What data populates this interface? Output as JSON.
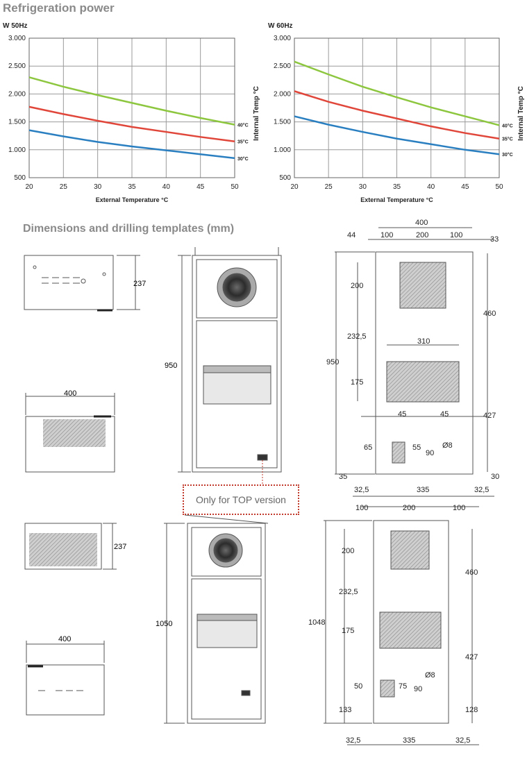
{
  "headings": {
    "refrigeration": "Refrigeration power",
    "dimensions": "Dimensions and drilling templates (mm)"
  },
  "note": "Only for TOP version",
  "chart_data": [
    {
      "type": "line",
      "title": "W  50Hz",
      "xlabel": "External Temperature °C",
      "ylabel": "Internal Temp °C",
      "x": [
        20,
        25,
        30,
        35,
        40,
        45,
        50
      ],
      "xticks": [
        "20",
        "25",
        "30",
        "35",
        "40",
        "45",
        "50"
      ],
      "yticks": [
        {
          "v": 500,
          "t": "500"
        },
        {
          "v": 1000,
          "t": "1.000"
        },
        {
          "v": 1500,
          "t": "1.500"
        },
        {
          "v": 2000,
          "t": "2.000"
        },
        {
          "v": 2500,
          "t": "2.500"
        },
        {
          "v": 3000,
          "t": "3.000"
        }
      ],
      "ylim": [
        500,
        3000
      ],
      "grid": true,
      "series": [
        {
          "name": "40°C",
          "color": "#8dc63f",
          "values": [
            2300,
            2130,
            1980,
            1840,
            1700,
            1570,
            1450
          ]
        },
        {
          "name": "35°C",
          "color": "#e0463a",
          "values": [
            1770,
            1640,
            1520,
            1410,
            1320,
            1230,
            1150
          ]
        },
        {
          "name": "30°C",
          "color": "#2a7fc1",
          "values": [
            1350,
            1240,
            1140,
            1060,
            990,
            920,
            850
          ]
        }
      ]
    },
    {
      "type": "line",
      "title": "W  60Hz",
      "xlabel": "External Temperature °C",
      "ylabel": "Internal Temp °C",
      "x": [
        20,
        25,
        30,
        35,
        40,
        45,
        50
      ],
      "xticks": [
        "20",
        "25",
        "30",
        "35",
        "40",
        "45",
        "50"
      ],
      "yticks": [
        {
          "v": 500,
          "t": "500"
        },
        {
          "v": 1000,
          "t": "1.000"
        },
        {
          "v": 1500,
          "t": "1.500"
        },
        {
          "v": 2000,
          "t": "2.000"
        },
        {
          "v": 2500,
          "t": "2.500"
        },
        {
          "v": 3000,
          "t": "3.000"
        }
      ],
      "ylim": [
        500,
        3000
      ],
      "grid": true,
      "series": [
        {
          "name": "40°C",
          "color": "#8dc63f",
          "values": [
            2580,
            2350,
            2130,
            1940,
            1760,
            1600,
            1440
          ]
        },
        {
          "name": "35°C",
          "color": "#e0463a",
          "values": [
            2050,
            1860,
            1700,
            1560,
            1420,
            1300,
            1200
          ]
        },
        {
          "name": "30°C",
          "color": "#2a7fc1",
          "values": [
            1600,
            1450,
            1320,
            1200,
            1100,
            1000,
            920
          ]
        }
      ]
    }
  ],
  "dims": {
    "top_side": "237",
    "top_width": "400",
    "top_height": "950",
    "top_t400": "400",
    "top_t44": "44",
    "top_t100a": "100",
    "top_t200": "200",
    "top_t100b": "100",
    "top_t33": "33",
    "top_t200v": "200",
    "top_t460": "460",
    "top_t2325": "232,5",
    "top_t310": "310",
    "top_t950": "950",
    "top_t175": "175",
    "top_t45a": "45",
    "top_t45b": "45",
    "top_t427": "427",
    "top_t65": "65",
    "top_t55": "55",
    "top_t90": "90",
    "top_tphi": "Ø8",
    "top_t35": "35",
    "top_t30": "30",
    "top_t325a": "32,5",
    "top_t335": "335",
    "top_t325b": "32,5",
    "bot_side": "237",
    "bot_width": "400",
    "bot_height": "1050",
    "bot_t100a": "100",
    "bot_t200": "200",
    "bot_t100b": "100",
    "bot_t200v": "200",
    "bot_t460": "460",
    "bot_t2325": "232,5",
    "bot_t1048": "1048",
    "bot_t175": "175",
    "bot_t427": "427",
    "bot_t50": "50",
    "bot_t75": "75",
    "bot_t90": "90",
    "bot_tphi": "Ø8",
    "bot_t133": "133",
    "bot_t128": "128",
    "bot_t325a": "32,5",
    "bot_t335": "335",
    "bot_t325b": "32,5"
  }
}
